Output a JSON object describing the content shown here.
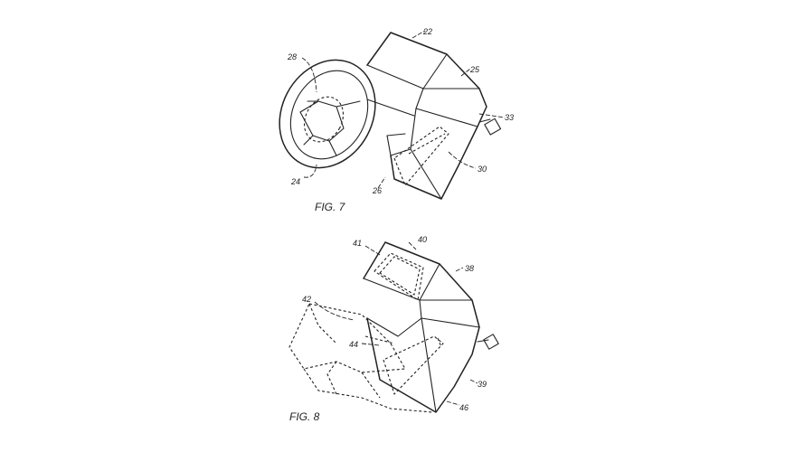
{
  "figures": [
    {
      "caption": "FIG. 7",
      "references": {
        "housing": "22",
        "housing_upper": "25",
        "steering_wheel": "24",
        "steering_wheel_hub": "28",
        "column_slot": "30",
        "connector": "33",
        "column_base": "26"
      }
    },
    {
      "caption": "FIG. 8",
      "references": {
        "display_screen": "40",
        "housing_top": "41",
        "housing": "38",
        "tray_outline": "42",
        "tray_slot": "44",
        "housing_base": "39",
        "tray_lower": "46"
      }
    }
  ]
}
